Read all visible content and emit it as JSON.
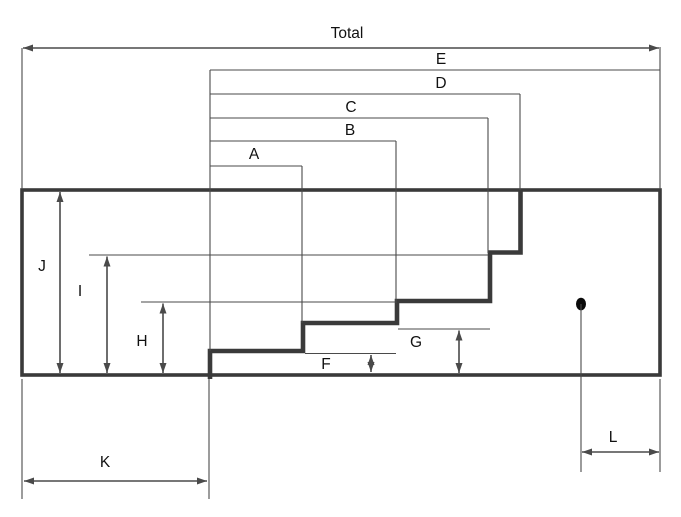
{
  "diagram": {
    "kind": "technical-drawing",
    "description": "Dimensioned side view of a stepped block: staircase profile rising left-to-right inside a rectangular outline, with a small hole near the right end",
    "labels": {
      "total": "Total",
      "e": "E",
      "d": "D",
      "c": "C",
      "b": "B",
      "a": "A",
      "f": "F",
      "g": "G",
      "h": "H",
      "i": "I",
      "j": "J",
      "k": "K",
      "l": "L"
    },
    "dimensions": {
      "horizontal": [
        "Total",
        "E",
        "D",
        "C",
        "B",
        "A",
        "K",
        "L"
      ],
      "vertical": [
        "J",
        "I",
        "H",
        "G",
        "F"
      ]
    },
    "colors": {
      "background": "#ffffff",
      "line": "#4a4a4a",
      "outline": "#3a3a3a",
      "text": "#111111",
      "hole": "#0a0a0a"
    }
  }
}
